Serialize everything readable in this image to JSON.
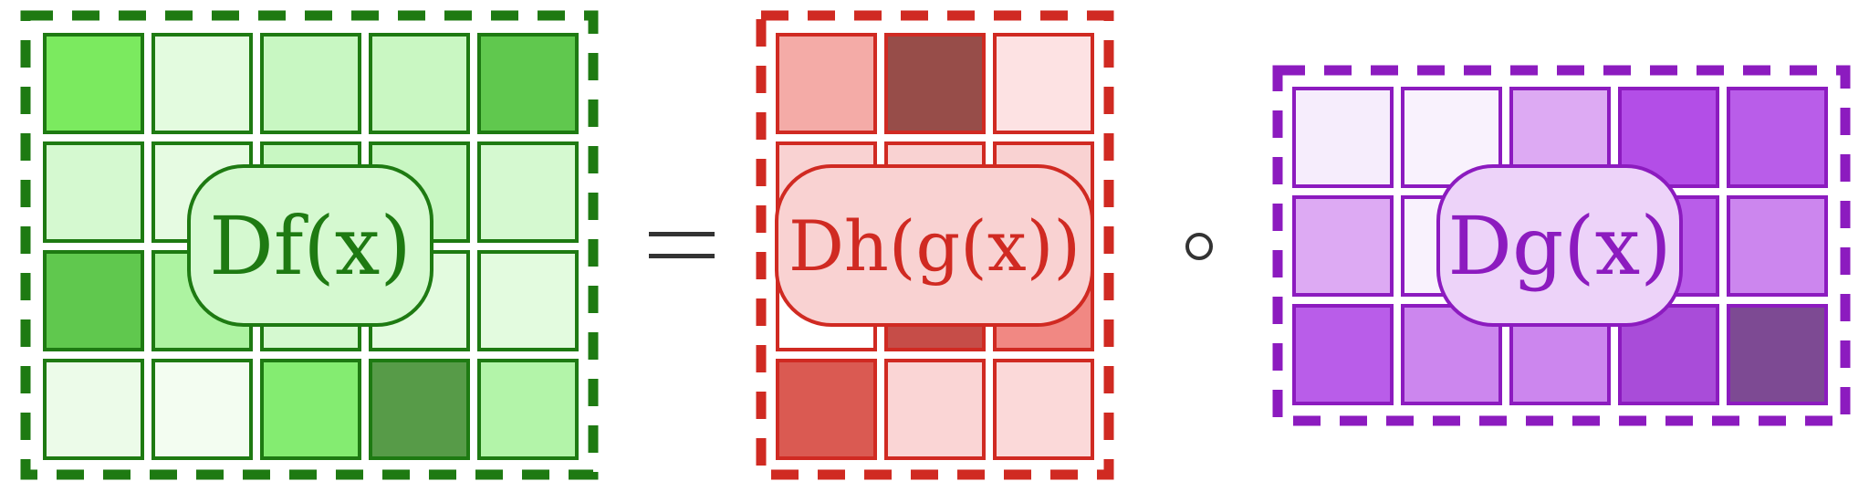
{
  "panels": [
    {
      "id": "df",
      "label": "Df(x)",
      "border_color": "#1e7a12",
      "rows": 4,
      "cols": 5,
      "cell_colors": [
        [
          "#7bea5f",
          "#e3fbdf",
          "#c8f7c2",
          "#c9f7c2",
          "#60c84e"
        ],
        [
          "#d5f9d0",
          "#e6fbe2",
          "#c8f7c2",
          "#c8f7c2",
          "#d5f9d0"
        ],
        [
          "#60c84e",
          "#adf3a1",
          "#d5f9d0",
          "#e3fbdf",
          "#e3fbdf"
        ],
        [
          "#ecfbe9",
          "#f3fdf1",
          "#84ec71",
          "#579b48",
          "#b3f4a9"
        ]
      ],
      "label_fill": "#d5f9d0"
    },
    {
      "id": "dh",
      "label": "Dh(g(x))",
      "border_color": "#d02a22",
      "rows": 4,
      "cols": 3,
      "cell_colors": [
        [
          "#f4aba7",
          "#974d49",
          "#fde2e3"
        ],
        [
          "#f9d2d2",
          "#f9d2d2",
          "#f9d2d2"
        ],
        [
          "#ffffff",
          "#c64d48",
          "#f18883"
        ],
        [
          "#da5a52",
          "#fad5d5",
          "#fbd9d9"
        ]
      ],
      "label_fill": "#f9d2d2"
    },
    {
      "id": "dg",
      "label": "Dg(x)",
      "border_color": "#8c1bbf",
      "rows": 3,
      "cols": 5,
      "cell_colors": [
        [
          "#f6edfc",
          "#f9f2fd",
          "#ddaaf3",
          "#b34ee7",
          "#b95de9"
        ],
        [
          "#ddaaf3",
          "#f9f2fd",
          "#ddaaf3",
          "#b95de9",
          "#cc86ee"
        ],
        [
          "#b95de9",
          "#cc86ee",
          "#cc86ee",
          "#a94cd9",
          "#7d4a93"
        ]
      ],
      "label_fill": "#edd3f9"
    }
  ],
  "operators": {
    "equals_color": "#333333",
    "compose_color": "#333333"
  }
}
